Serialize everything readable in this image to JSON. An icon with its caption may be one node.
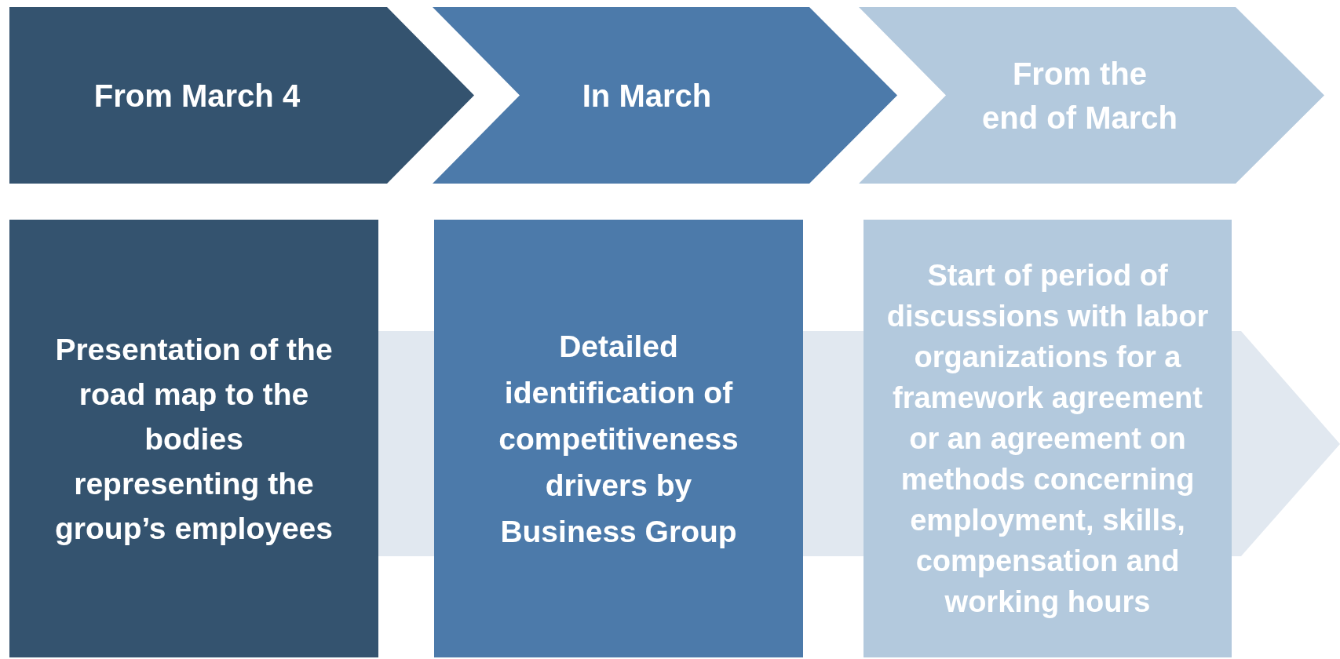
{
  "diagram": {
    "nodes": [
      {
        "text": [
          "From March 4"
        ]
      },
      {
        "text": [
          "In March"
        ]
      },
      {
        "text": [
          "From the end of March"
        ]
      },
      {
        "text": [
          "Presentation of the road map to the bodies representing the group’s employees"
        ]
      },
      {
        "text": [
          "Detailed identification of competitiveness drivers by Business Group"
        ]
      },
      {
        "text": [
          "Start of period of discussions with labor organizations for a framework agreement or an agreement on methods concerning employment, skills, compensation and working hours"
        ]
      }
    ]
  }
}
